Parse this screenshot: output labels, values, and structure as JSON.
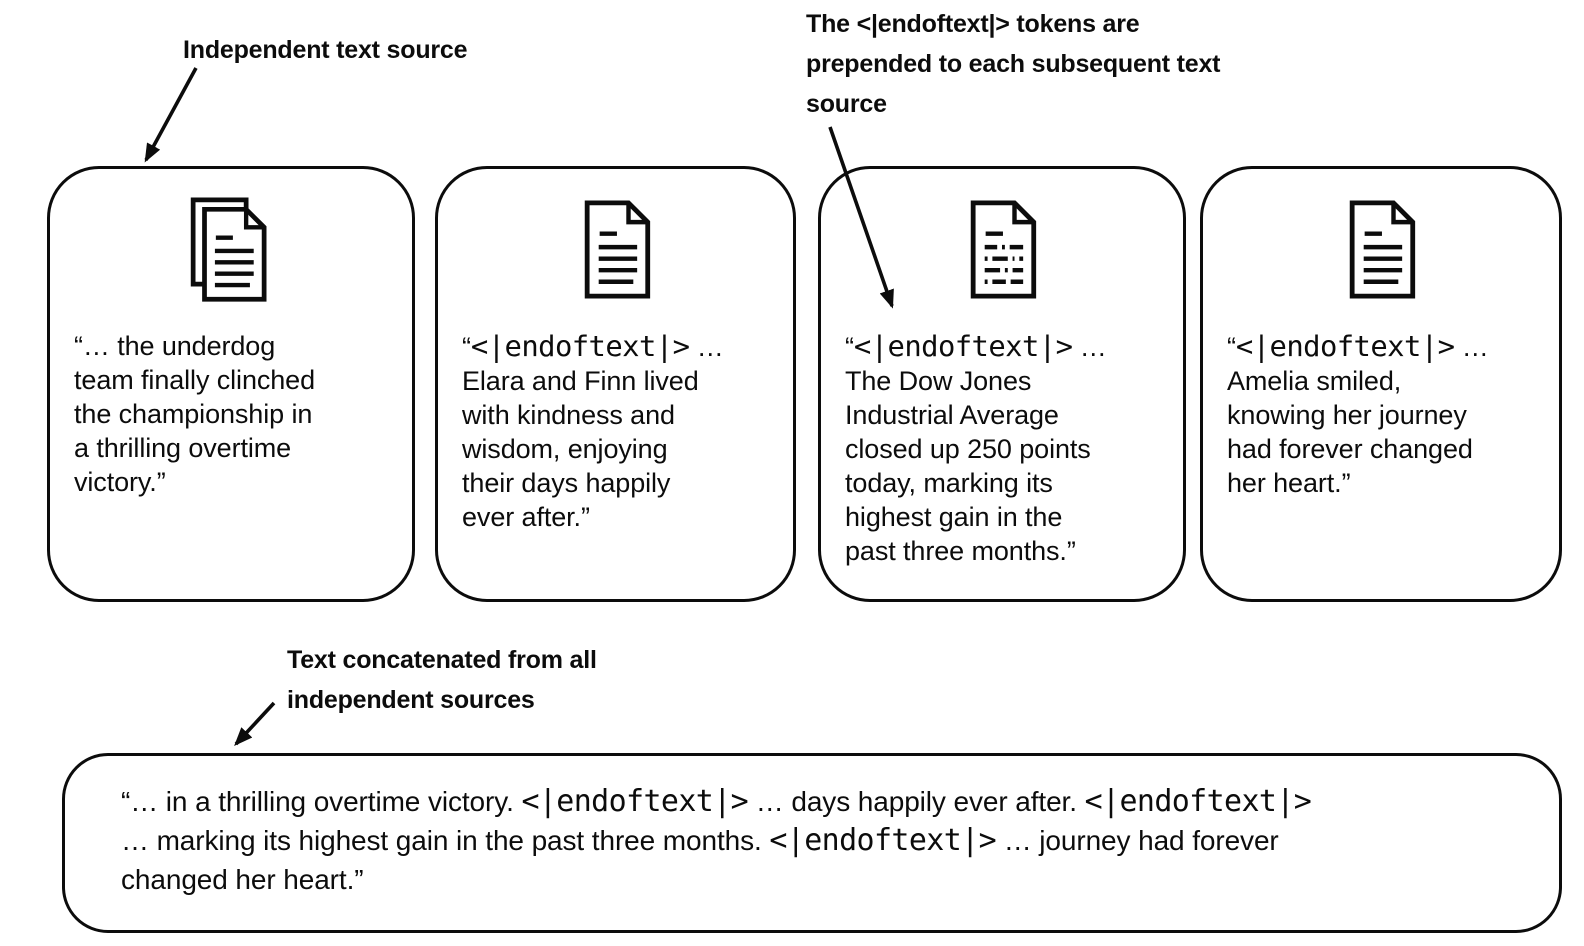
{
  "canvas": {
    "background": "#ffffff",
    "ink": "#0c0c0c"
  },
  "annotations": {
    "independent_source": {
      "lines": [
        "Independent text source"
      ]
    },
    "endoftext_tokens": {
      "lines": [
        "The <|endoftext|> tokens are",
        "prepended to each subsequent text",
        "source"
      ]
    },
    "concatenated": {
      "lines": [
        "Text concatenated from all",
        "independent sources"
      ]
    }
  },
  "sources": [
    {
      "icon": "document-pair-icon",
      "segments": [
        {
          "text": "“… the underdog"
        },
        {
          "br": true
        },
        {
          "text": "team finally clinched"
        },
        {
          "br": true
        },
        {
          "text": "the championship in"
        },
        {
          "br": true
        },
        {
          "text": "a thrilling overtime"
        },
        {
          "br": true
        },
        {
          "text": "victory.”"
        }
      ]
    },
    {
      "icon": "document-icon",
      "segments": [
        {
          "text": "“"
        },
        {
          "text": "<|endoftext|>",
          "mono": true
        },
        {
          "text": " …"
        },
        {
          "br": true
        },
        {
          "text": "Elara and Finn lived"
        },
        {
          "br": true
        },
        {
          "text": "with kindness and"
        },
        {
          "br": true
        },
        {
          "text": "wisdom, enjoying"
        },
        {
          "br": true
        },
        {
          "text": "their days happily"
        },
        {
          "br": true
        },
        {
          "text": "ever after.”"
        }
      ]
    },
    {
      "icon": "document-dashed-icon",
      "segments": [
        {
          "text": "“"
        },
        {
          "text": "<|endoftext|>",
          "mono": true
        },
        {
          "text": " …"
        },
        {
          "br": true
        },
        {
          "text": "The Dow Jones"
        },
        {
          "br": true
        },
        {
          "text": "Industrial Average"
        },
        {
          "br": true
        },
        {
          "text": "closed up 250 points"
        },
        {
          "br": true
        },
        {
          "text": "today, marking its"
        },
        {
          "br": true
        },
        {
          "text": "highest gain in the"
        },
        {
          "br": true
        },
        {
          "text": "past three months.”"
        }
      ]
    },
    {
      "icon": "document-icon",
      "segments": [
        {
          "text": "“"
        },
        {
          "text": "<|endoftext|>",
          "mono": true
        },
        {
          "text": " …"
        },
        {
          "br": true
        },
        {
          "text": "Amelia smiled,"
        },
        {
          "br": true
        },
        {
          "text": "knowing her journey"
        },
        {
          "br": true
        },
        {
          "text": "had forever changed"
        },
        {
          "br": true
        },
        {
          "text": "her heart.”"
        }
      ]
    }
  ],
  "concatenated_box": {
    "segments": [
      {
        "text": "“… in a thrilling overtime victory. "
      },
      {
        "text": "<|endoftext|>",
        "mono": true
      },
      {
        "text": " … days happily ever after. "
      },
      {
        "text": "<|endoftext|>",
        "mono": true
      },
      {
        "br": true
      },
      {
        "text": "… marking its highest gain in the past three months. "
      },
      {
        "text": "<|endoftext|>",
        "mono": true
      },
      {
        "text": " … journey had forever"
      },
      {
        "br": true
      },
      {
        "text": "changed her heart.”"
      }
    ]
  }
}
